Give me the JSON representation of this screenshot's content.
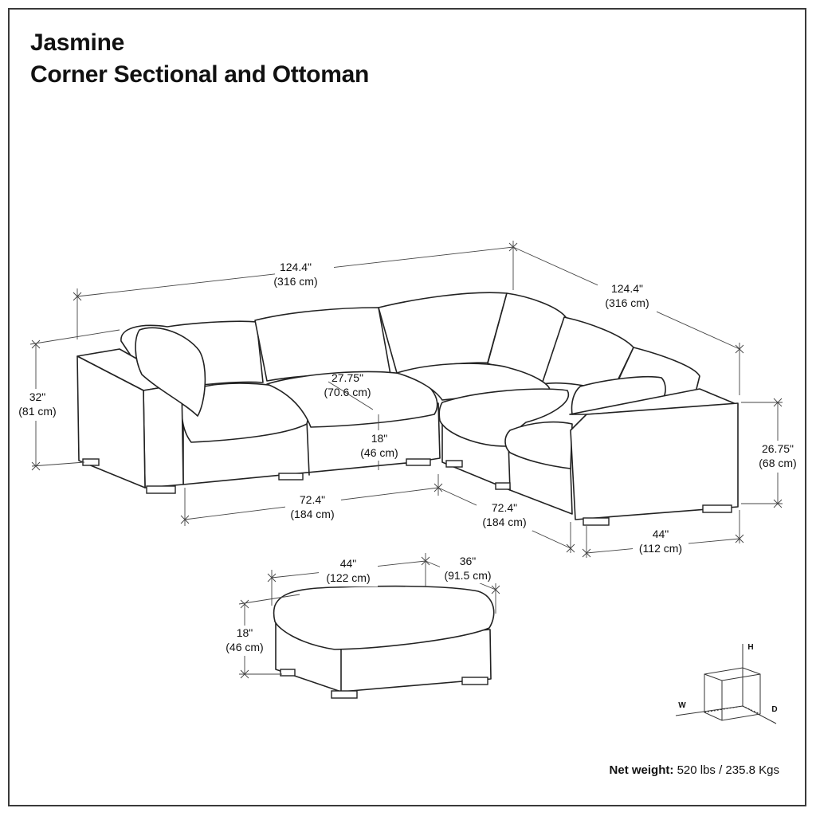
{
  "title": {
    "line1": "Jasmine",
    "line2": "Corner Sectional and Ottoman"
  },
  "dimensions": {
    "top_left_width": {
      "in": "124.4\"",
      "cm": "(316 cm)"
    },
    "top_right_width": {
      "in": "124.4\"",
      "cm": "(316 cm)"
    },
    "back_height": {
      "in": "32\"",
      "cm": "(81 cm)"
    },
    "arm_height": {
      "in": "26.75\"",
      "cm": "(68 cm)"
    },
    "seat_depth": {
      "in": "27.75\"",
      "cm": "(70.6 cm)"
    },
    "seat_height": {
      "in": "18\"",
      "cm": "(46 cm)"
    },
    "left_bottom_width": {
      "in": "72.4\"",
      "cm": "(184 cm)"
    },
    "right_bottom_width": {
      "in": "72.4\"",
      "cm": "(184 cm)"
    },
    "arm_depth": {
      "in": "44\"",
      "cm": "(112 cm)"
    },
    "ottoman_width": {
      "in": "44\"",
      "cm": "(122 cm)"
    },
    "ottoman_depth": {
      "in": "36\"",
      "cm": "(91.5 cm)"
    },
    "ottoman_height": {
      "in": "18\"",
      "cm": "(46 cm)"
    }
  },
  "axes_legend": {
    "h": "H",
    "w": "W",
    "d": "D"
  },
  "net_weight": {
    "label": "Net weight:",
    "value": "520 lbs / 235.8 Kgs"
  }
}
